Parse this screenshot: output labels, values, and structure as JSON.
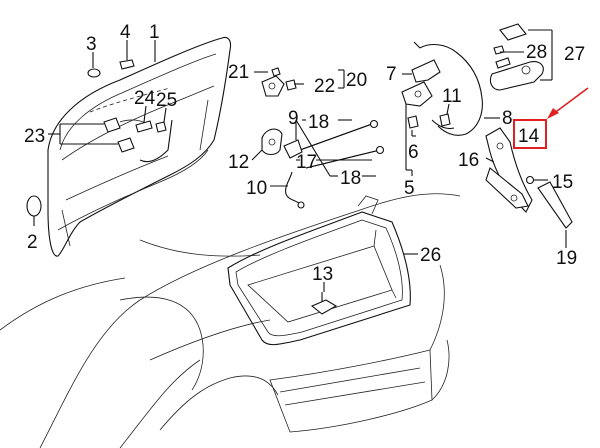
{
  "callouts": {
    "c1": "1",
    "c2": "2",
    "c3": "3",
    "c4": "4",
    "c5": "5",
    "c6": "6",
    "c7": "7",
    "c8": "8",
    "c9": "9",
    "c10": "10",
    "c11": "11",
    "c12": "12",
    "c13": "13",
    "c14": "14",
    "c15": "15",
    "c16": "16",
    "c17": "17",
    "c18a": "18",
    "c18b": "18",
    "c19": "19",
    "c20": "20",
    "c21": "21",
    "c22": "22",
    "c23": "23",
    "c24": "24",
    "c25": "25",
    "c26": "26",
    "c27": "27",
    "c28": "28"
  },
  "highlight": {
    "callout": "14",
    "box_color": "#e02020",
    "arrow_color": "#e02020"
  },
  "colors": {
    "ink": "#111111",
    "background": "#ffffff"
  }
}
